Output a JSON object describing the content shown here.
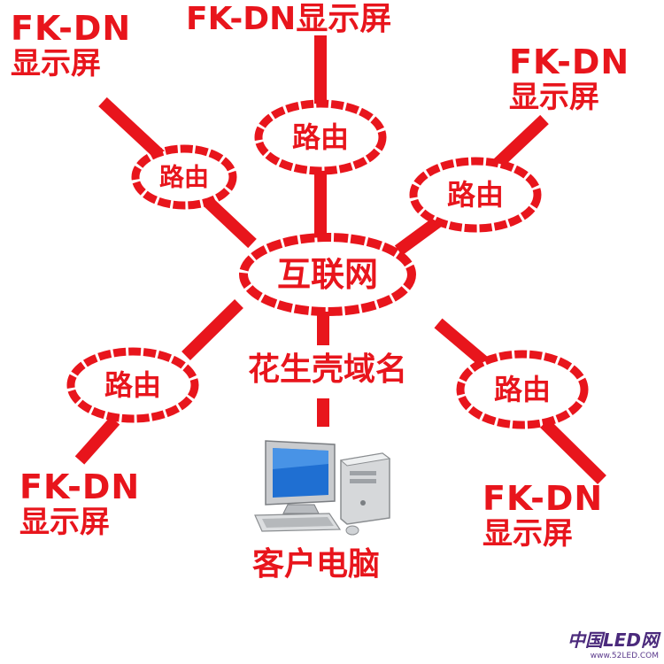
{
  "diagram": {
    "hub_label": "互联网",
    "router_label": "路由",
    "display_line1": "FK-DN",
    "display_line2": "显示屏",
    "display_top_label": "FK-DN显示屏",
    "domain_label": "花生壳域名",
    "client_label": "客户电脑",
    "colors": {
      "primary": "#e8151c",
      "background": "#ffffff"
    }
  },
  "watermark": {
    "brand": "中国LED网",
    "url": "www.52LED.COM"
  }
}
